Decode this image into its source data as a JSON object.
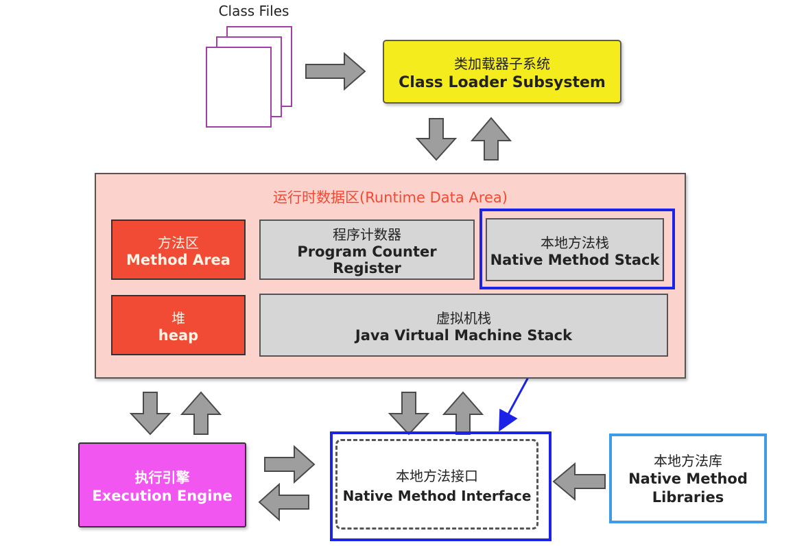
{
  "class_files": {
    "label": "Class Files"
  },
  "class_loader": {
    "zh": "类加载器子系统",
    "en": "Class Loader Subsystem"
  },
  "runtime_area": {
    "title": "运行时数据区(Runtime Data Area)",
    "method_area": {
      "zh": "方法区",
      "en": "Method Area"
    },
    "heap": {
      "zh": "堆",
      "en": "heap"
    },
    "pc_register": {
      "zh": "程序计数器",
      "en": "Program Counter Register"
    },
    "native_stack": {
      "zh": "本地方法栈",
      "en": "Native Method Stack"
    },
    "jvm_stack": {
      "zh": "虚拟机栈",
      "en": "Java Virtual Machine Stack"
    }
  },
  "execution_engine": {
    "zh": "执行引擎",
    "en": "Execution Engine"
  },
  "native_interface": {
    "zh": "本地方法接口",
    "en": "Native Method Interface"
  },
  "native_libraries": {
    "zh": "本地方法库",
    "en_line1": "Native Method",
    "en_line2": "Libraries"
  },
  "colors": {
    "loader_fill": "#f4ec1c",
    "runtime_fill": "#fcd2cc",
    "runtime_title": "#f14a35",
    "red_box": "#f14a35",
    "grey_box": "#d6d6d6",
    "exec_fill": "#f256f0",
    "highlight_blue": "#1b24e6",
    "light_blue": "#3f9be6",
    "file_border": "#a23ea8",
    "arrow_fill": "#9e9e9e"
  }
}
